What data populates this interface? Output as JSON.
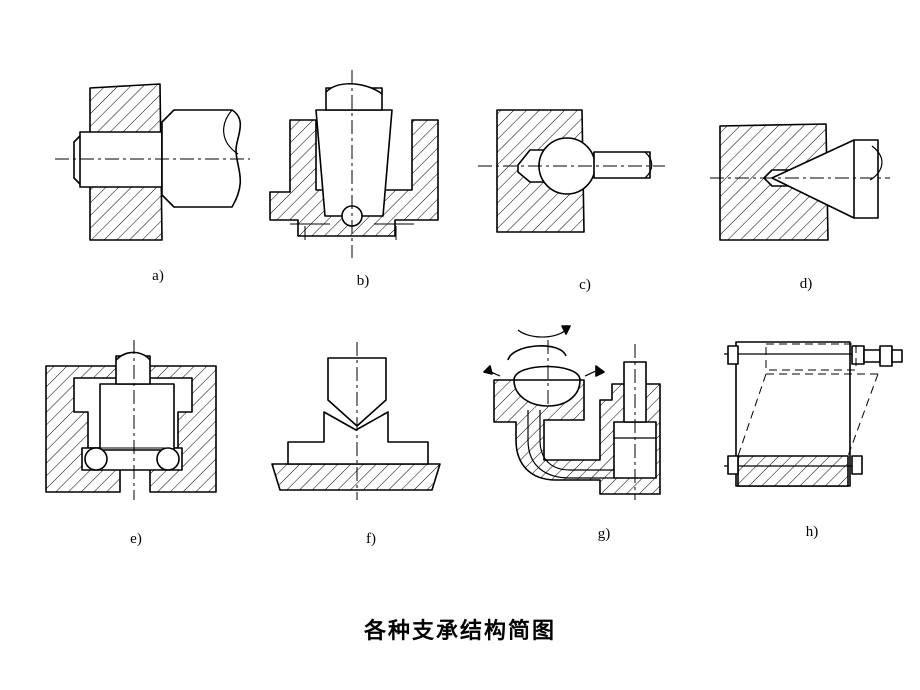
{
  "title": "各种支承结构简图",
  "figures": [
    {
      "id": "a",
      "label": "a)"
    },
    {
      "id": "b",
      "label": "b)"
    },
    {
      "id": "c",
      "label": "c)"
    },
    {
      "id": "d",
      "label": "d)"
    },
    {
      "id": "e",
      "label": "e)"
    },
    {
      "id": "f",
      "label": "f)"
    },
    {
      "id": "g",
      "label": "g)"
    },
    {
      "id": "h",
      "label": "h)"
    }
  ]
}
